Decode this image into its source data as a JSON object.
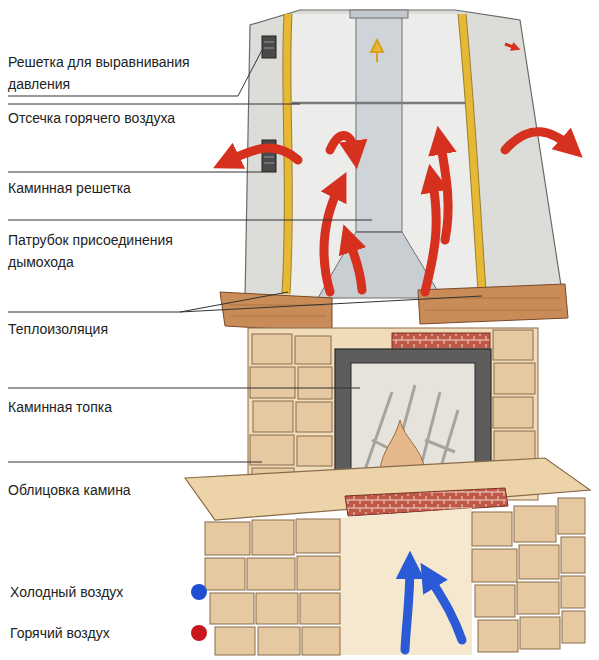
{
  "diagram": {
    "labels": [
      "Решетка для выравнивания давления",
      "Отсечка горячего воздуха",
      "Каминная решетка",
      "Патрубок присоединения дымохода",
      "Теплоизоляция",
      "Каминная топка",
      "Облицовка камина"
    ],
    "legend": [
      {
        "text": "Холодный воздух",
        "color": "#1f4fd0"
      },
      {
        "text": "Горячий воздух",
        "color": "#c8161d"
      }
    ]
  }
}
